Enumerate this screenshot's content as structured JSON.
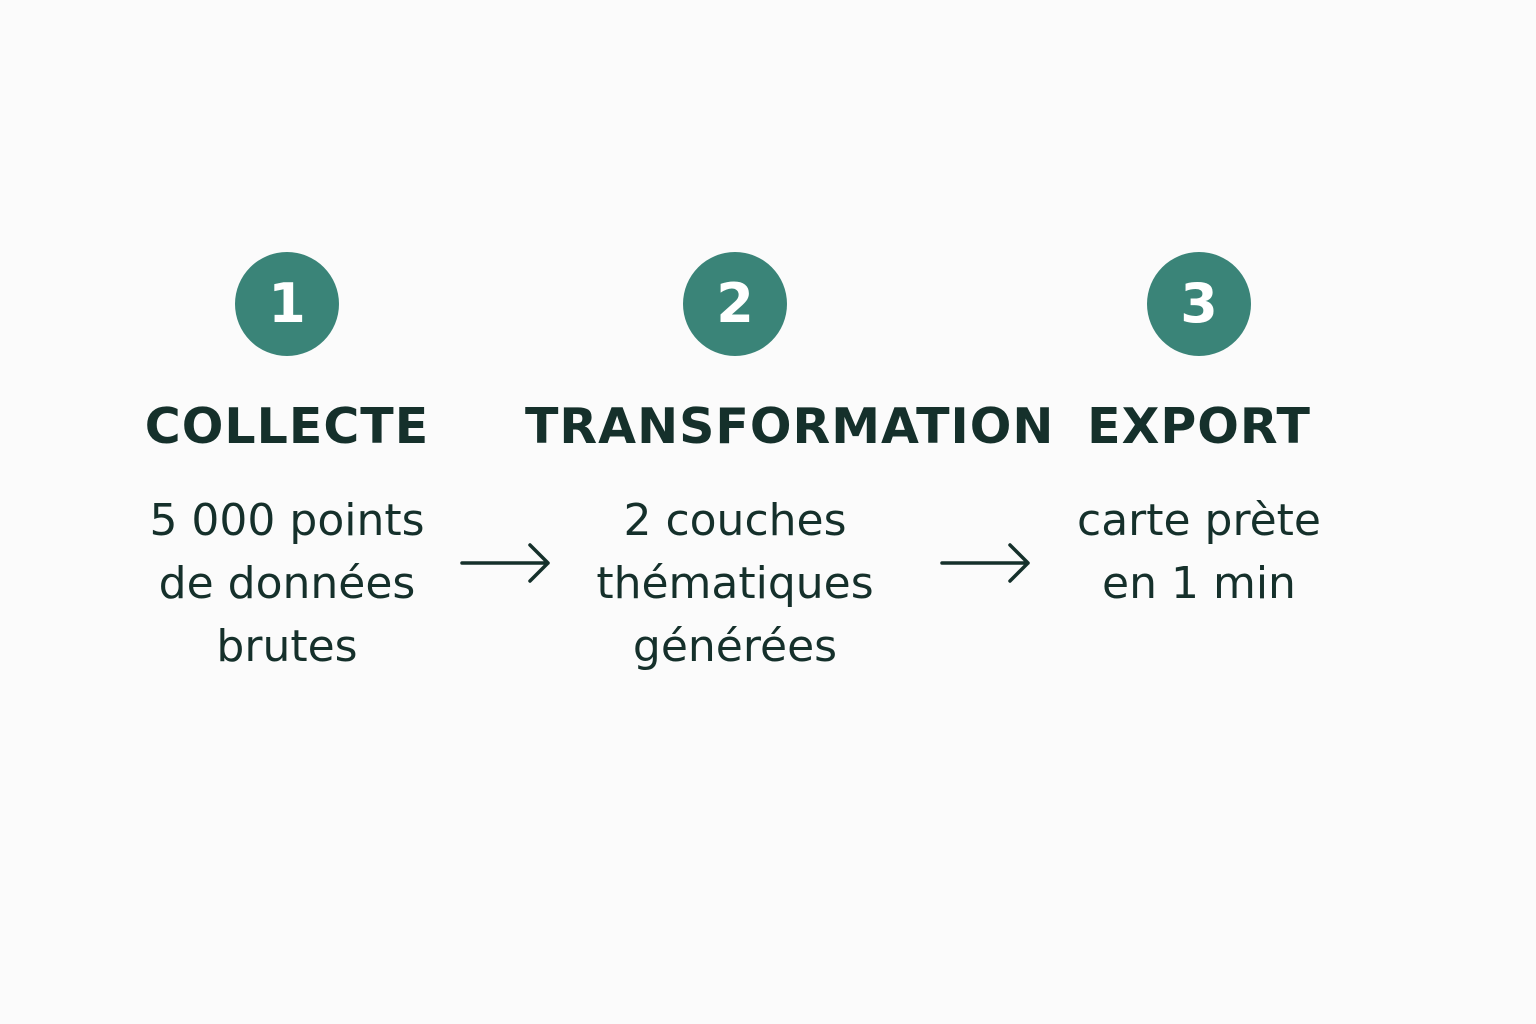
{
  "colors": {
    "background": "#fbfbfb",
    "badge": "#3a8478",
    "badge_text": "#ffffff",
    "text": "#15302b",
    "arrow": "#15302b"
  },
  "steps": [
    {
      "number": "1",
      "title": "COLLECTE",
      "lines": [
        "5 000 points",
        "de données",
        "brutes"
      ]
    },
    {
      "number": "2",
      "title": "TRANSFORMATION",
      "lines": [
        "2 couches",
        "thématiques",
        "générées"
      ]
    },
    {
      "number": "3",
      "title": "EXPORT",
      "lines": [
        "carte prète",
        "en 1 min"
      ]
    }
  ],
  "arrows": [
    {
      "icon": "arrow-right-icon"
    },
    {
      "icon": "arrow-right-icon"
    }
  ]
}
